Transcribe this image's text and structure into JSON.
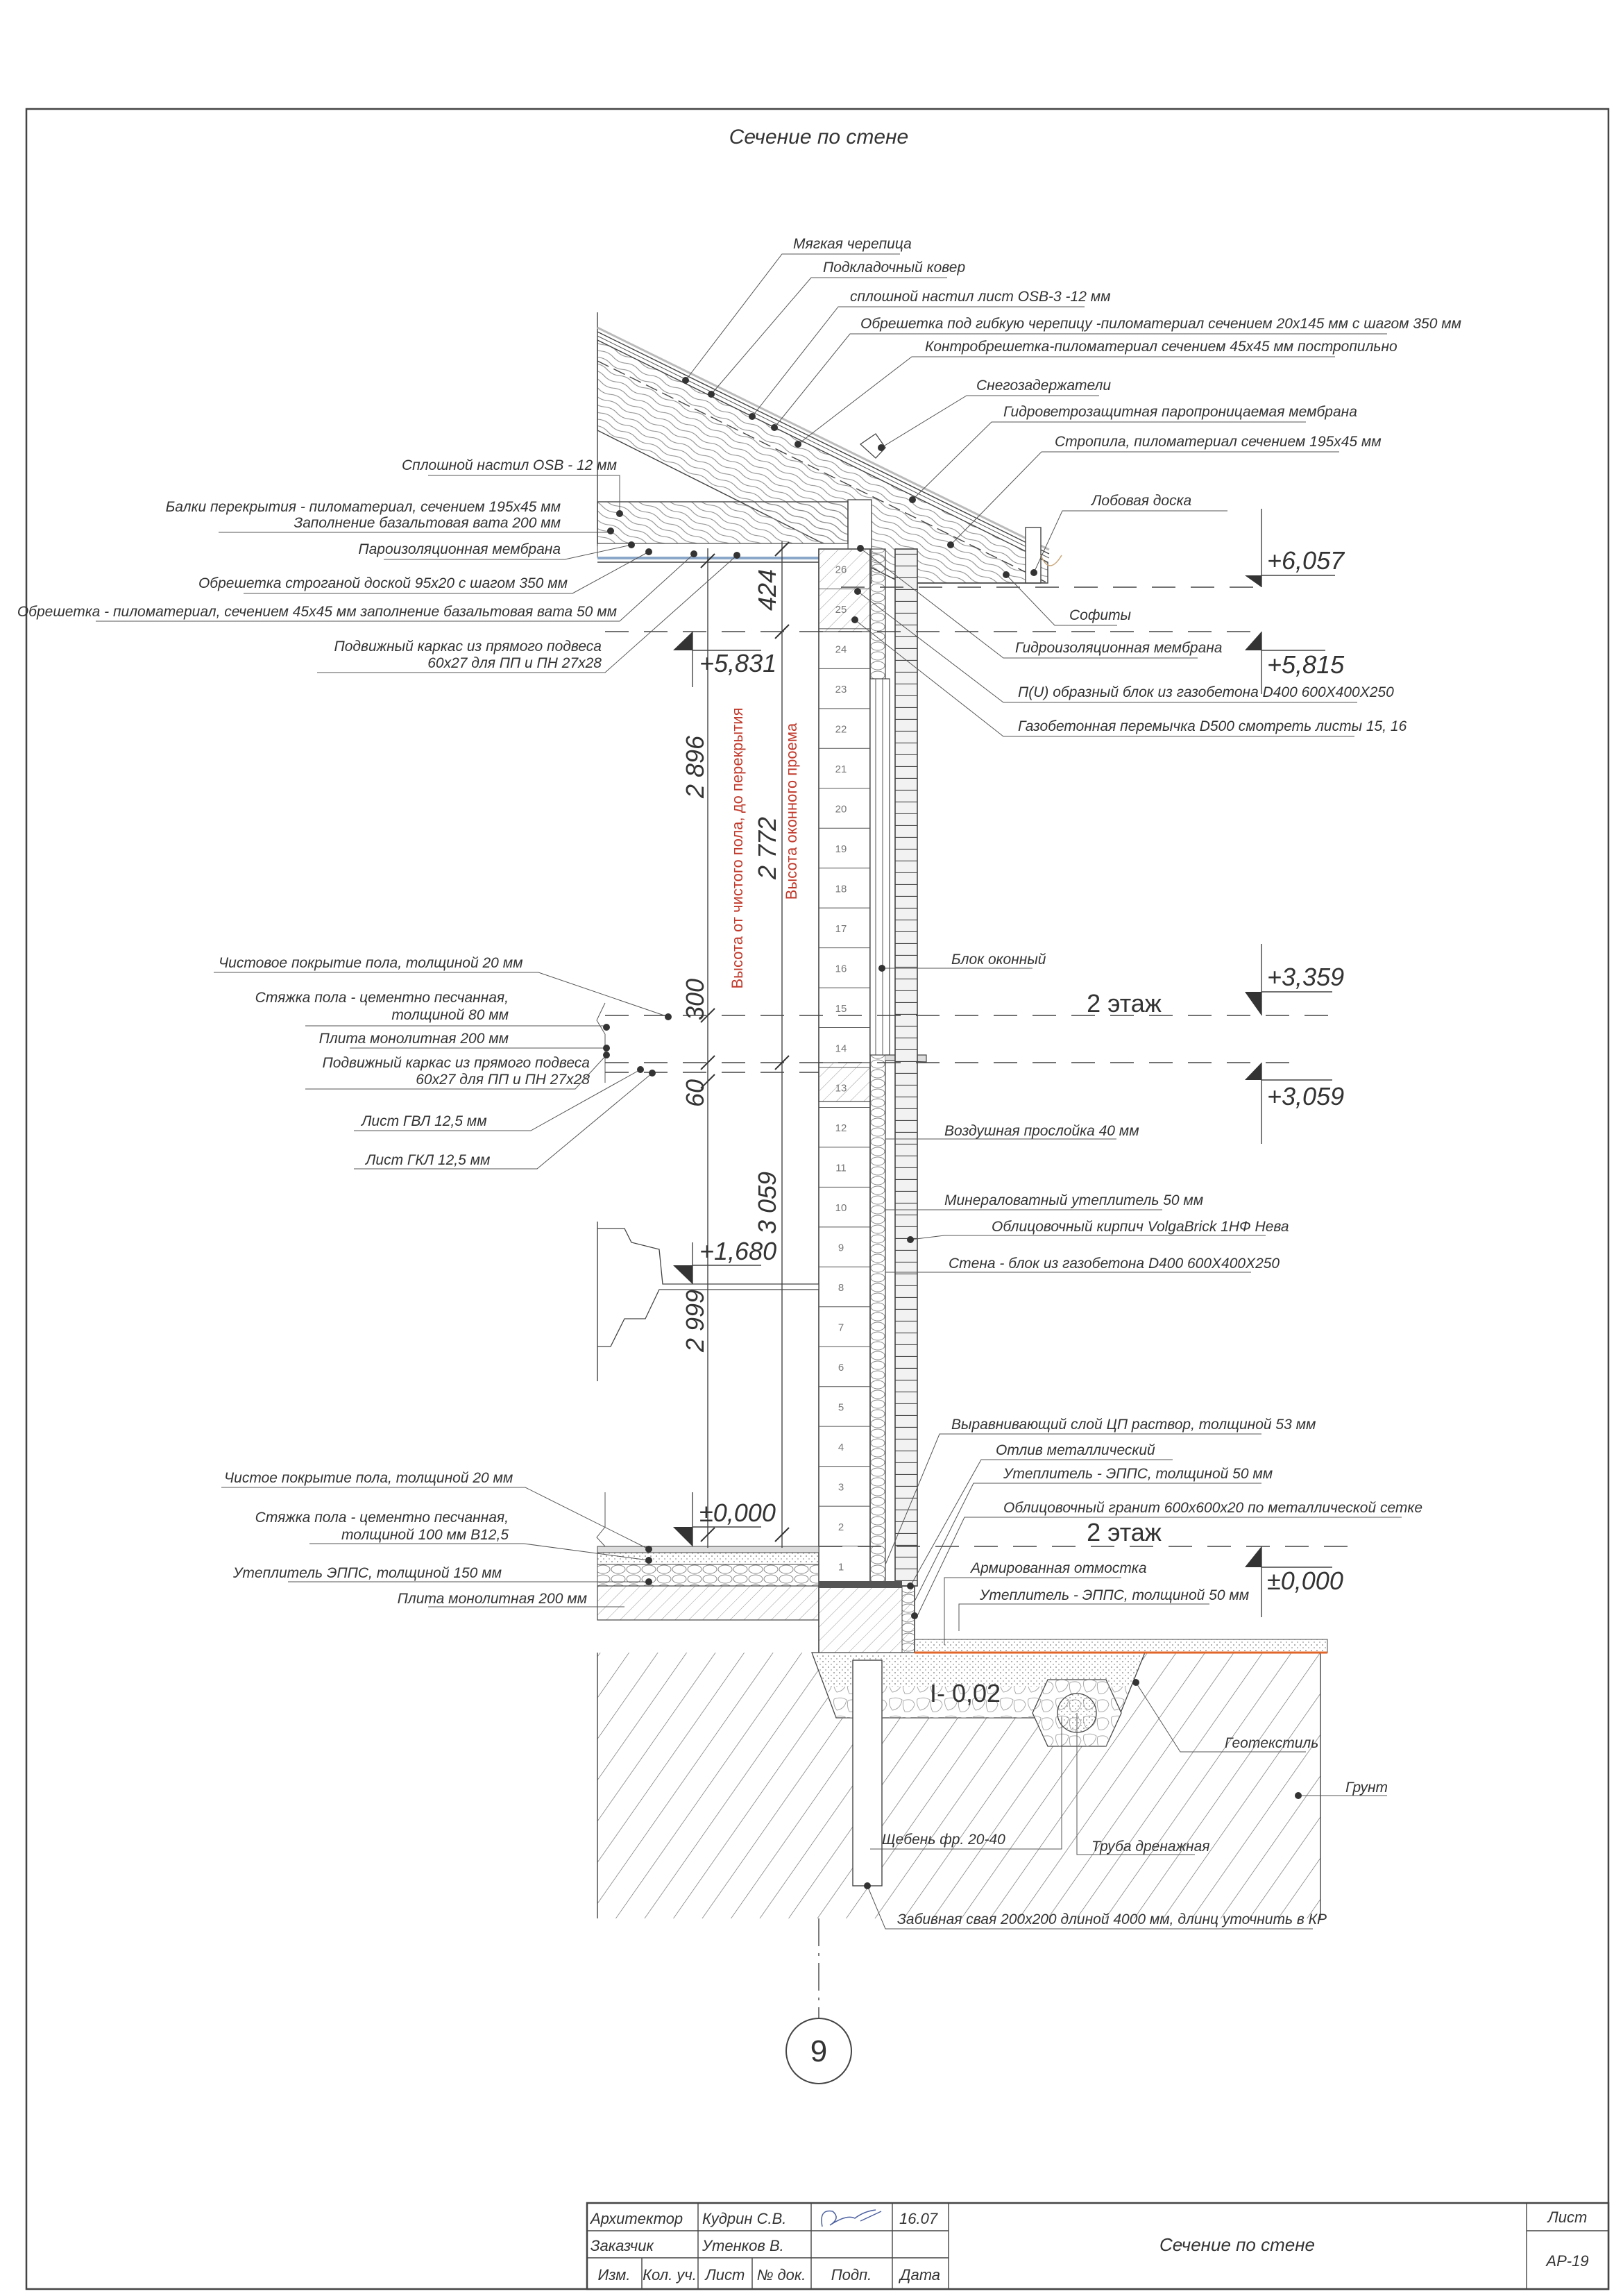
{
  "title": "Сечение по стене",
  "labels": {
    "roof": [
      "Мягкая черепица",
      "Подкладочный ковер",
      "сплошной настил лист OSB-3  -12 мм",
      "Обрешетка под гибкую черепицу -пиломатериал сечением 20x145 мм с шагом 350 мм",
      "Контробрешетка-пиломатериал сечением 45x45 мм постропильно",
      "Снегозадержатели",
      "Гидроветрозащитная паропроницаемая мембрана",
      "Стропила, пиломатериал сечением 195x45 мм",
      "Лобовая доска",
      "Софиты",
      "Гидроизоляционная мембрана",
      "П(U) образный блок из газобетона D400 600X400X250",
      "Газобетонная перемычка D500 смотреть листы 15, 16"
    ],
    "ceiling": {
      "osb": "Сплошной настил OSB - 12 мм",
      "beams_1": "Балки перекрытия - пиломатериал, сечением 195x45 мм",
      "beams_2": "Заполнение базальтовая вата 200 мм",
      "vapor": "Пароизоляционная мембрана",
      "batten1": "Обрешетка строганой доской 95x20 с шагом 350 мм",
      "batten2": "Обрешетка - пиломатериал, сечением 45x45 мм заполнение базальтовая вата 50 мм",
      "frame_1": "Подвижный каркас из прямого подвеса",
      "frame_2": "60x27 для ПП и ПН 27x28"
    },
    "floor2": {
      "finish": "Чистовое покрытие пола, толщиной 20 мм",
      "screed_1": "Стяжка пола - цементно песчанная,",
      "screed_2": "толщиной 80 мм",
      "slab": "Плита монолитная 200 мм",
      "frame_1": "Подвижный каркас из прямого подвеса",
      "frame_2": "60x27 для ПП и ПН 27x28",
      "gvl": "Лист ГВЛ 12,5 мм",
      "gkl": "Лист ГКЛ 12,5 мм"
    },
    "wall": {
      "window": "Блок оконный",
      "air": "Воздушная прослойка 40 мм",
      "mineral": "Минераловатный утеплитель 50 мм",
      "brick": "Облицовочный кирпич VolgaBrick 1НФ Нева",
      "block": "Стена - блок из газобетона D400 600X400X250"
    },
    "base": {
      "leveling": "Выравнивающий слой ЦП раствор, толщиной 53 мм",
      "drip": "Отлив металлический",
      "eps1": "Утеплитель - ЭППС, толщиной 50 мм",
      "granite": "Облицовочный гранит 600x600x20 по металлической сетке",
      "blind": "Армированная отмостка",
      "eps2": "Утеплитель - ЭППС, толщиной 50 мм",
      "slope": "I- 0,02",
      "geotextile": "Геотекстиль",
      "soil": "Грунт",
      "gravel": "Щебень фр. 20-40",
      "drain": "Труба дренажная",
      "pile": "Забивная свая 200x200 длиной 4000 мм, длинц уточнить в КР"
    },
    "floor1": {
      "finish": "Чистое покрытие пола, толщиной 20 мм",
      "screed_1": "Стяжка пола - цементно песчанная,",
      "screed_2": "толщиной 100 мм  B12,5",
      "eps": "Утеплитель ЭППС, толщиной 150 мм",
      "slab": "Плита монолитная 200 мм"
    }
  },
  "elevations": {
    "e6057": "+6,057",
    "e5815": "+5,815",
    "e5831": "+5,831",
    "e3359": "+3,359",
    "e3059": "+3,059",
    "e1680": "+1,680",
    "e0_left": "±0,000",
    "e0_right": "±0,000",
    "floor_a": "2 этаж",
    "floor_b": "2 этаж"
  },
  "dimensions": {
    "d424": "424",
    "d2896": "2 896",
    "d2772": "2 772",
    "d300": "300",
    "d60": "60",
    "d3059": "3 059",
    "d2999": "2 999",
    "note_ceiling": "Высота от чистого пола, до перекрытия",
    "note_window": "Высота оконного проема"
  },
  "wall": {
    "block_numbers": [
      "1",
      "2",
      "3",
      "4",
      "5",
      "6",
      "7",
      "8",
      "9",
      "10",
      "11",
      "12",
      "13",
      "14",
      "15",
      "16",
      "17",
      "18",
      "19",
      "20",
      "21",
      "22",
      "23",
      "24",
      "25",
      "26"
    ]
  },
  "axis": "9",
  "title_block": {
    "role1": "Архитектор",
    "name1": "Кудрин С.В.",
    "date1": "16.07",
    "role2": "Заказчик",
    "name2": "Утенков В.",
    "h_izm": "Изм.",
    "h_kol": "Кол. уч.",
    "h_list": "Лист",
    "h_doc": "№ док.",
    "h_podp": "Подп.",
    "h_date": "Дата",
    "sheet_title": "Сечение по стене",
    "sheet_label": "Лист",
    "sheet_no": "АР-19"
  },
  "colors": {
    "grade_line": "#e0662a",
    "membrane": "#8aa6c8",
    "note": "#c0392b"
  }
}
